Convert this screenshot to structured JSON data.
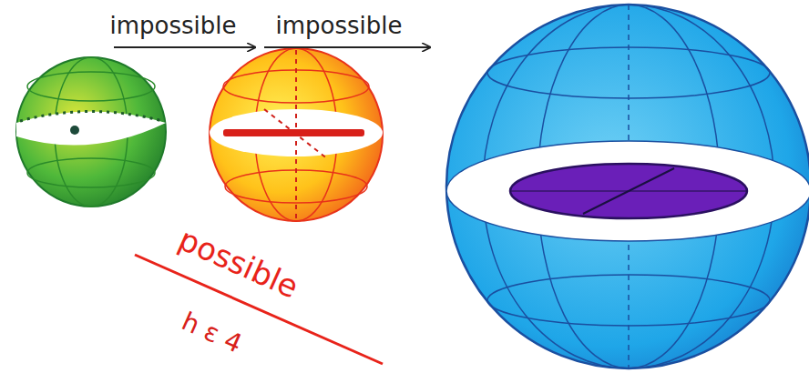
{
  "diagram": {
    "labels": [
      "impossible",
      "impossible",
      "possible",
      "h ε 4"
    ]
  }
}
